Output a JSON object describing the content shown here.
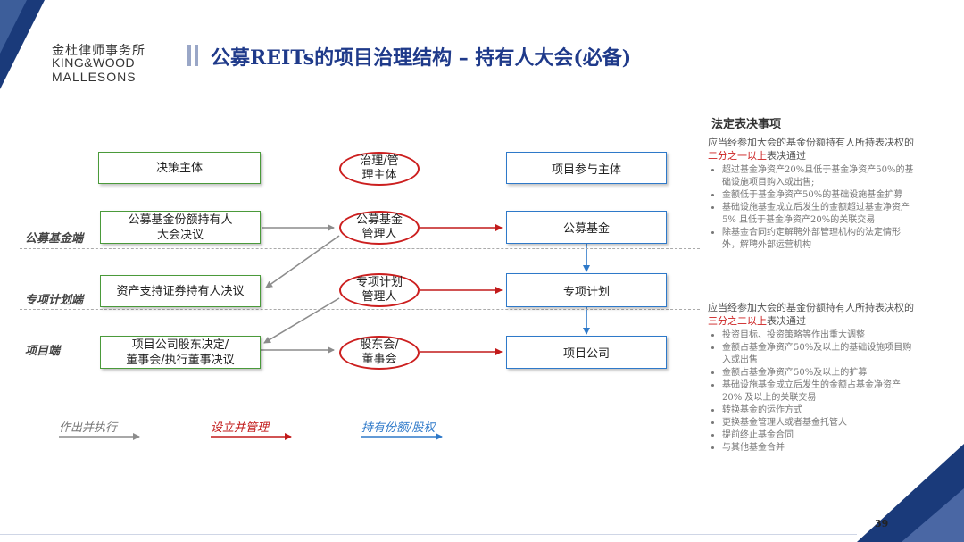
{
  "logo": {
    "cn": "金杜律师事务所",
    "en_line1": "KING&WOOD",
    "en_line2": "MALLESONS"
  },
  "title": "公募REITs的项目治理结构 – 持有人大会(必备)",
  "headers": {
    "decision": "决策主体",
    "governance_line1": "治理/管",
    "governance_line2": "理主体",
    "participant": "项目参与主体"
  },
  "rows": [
    {
      "label": "公募基金端",
      "decision_line1": "公募基金份额持有人",
      "decision_line2": "大会决议",
      "gov_line1": "公募基金",
      "gov_line2": "管理人",
      "participant": "公募基金"
    },
    {
      "label": "专项计划端",
      "decision_line1": "资产支持证券持有人决议",
      "decision_line2": "",
      "gov_line1": "专项计划",
      "gov_line2": "管理人",
      "participant": "专项计划"
    },
    {
      "label": "项目端",
      "decision_line1": "项目公司股东决定/",
      "decision_line2": "董事会/执行董事决议",
      "gov_line1": "股东会/",
      "gov_line2": "董事会",
      "participant": "项目公司"
    }
  ],
  "legend": {
    "execute": "作出并执行",
    "manage": "设立并管理",
    "hold": "持有份额/股权"
  },
  "colors": {
    "gray_arrow": "#8c8c8c",
    "red_arrow": "#c21a1a",
    "blue_arrow": "#2e79c9",
    "title_blue": "#1f3a8a",
    "green_border": "#4a9a3a"
  },
  "right_panel": {
    "heading": "法定表决事项",
    "group1": {
      "intro_a": "应当经参加大会的基金份额持有人所持表决权的",
      "intro_hl": "二分之一以上",
      "intro_b": "表决通过",
      "items": [
        "超过基金净资产20%且低于基金净资产50%的基础设施项目购入或出售;",
        "金额低于基金净资产50%的基础设施基金扩募",
        "基础设施基金成立后发生的金额超过基金净资产5% 且低于基金净资产20%的关联交易",
        "除基金合同约定解聘外部管理机构的法定情形外，解聘外部运营机构"
      ]
    },
    "group2": {
      "intro_a": "应当经参加大会的基金份额持有人所持表决权的",
      "intro_hl": "三分之二以上",
      "intro_b": "表决通过",
      "items": [
        "投资目标、投资策略等作出重大调整",
        "金额占基金净资产50%及以上的基础设施项目购入或出售",
        "金额占基金净资产50%及以上的扩募",
        "基础设施基金成立后发生的金额占基金净资产20% 及以上的关联交易",
        "转换基金的运作方式",
        "更换基金管理人或者基金托管人",
        "提前终止基金合同",
        "与其他基金合并"
      ]
    }
  },
  "page_number": "39"
}
